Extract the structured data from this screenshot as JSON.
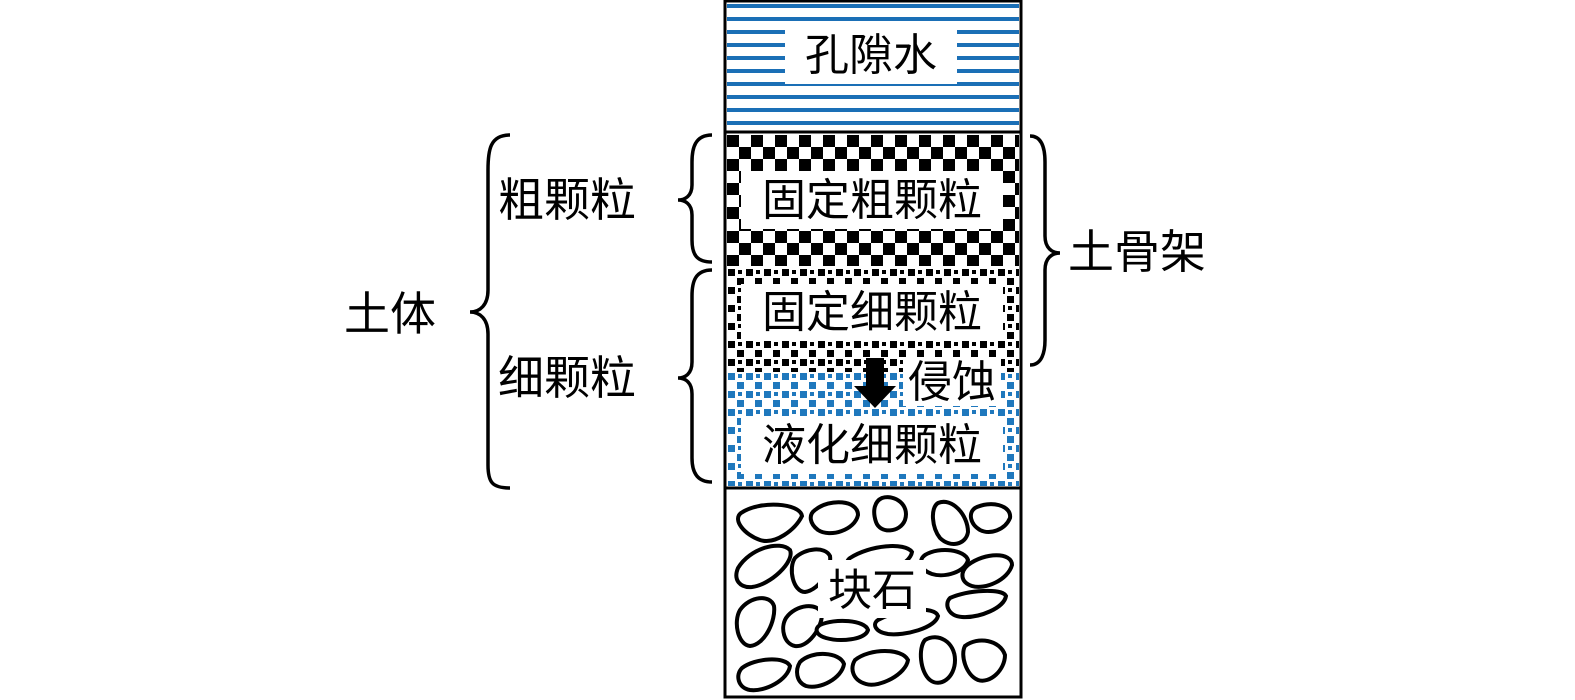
{
  "column": {
    "pore_water": "孔隙水",
    "fixed_coarse": "固定粗颗粒",
    "fixed_fine": "固定细颗粒",
    "erosion": "侵蚀",
    "liquefied_fine": "液化细颗粒",
    "block_stone": "块石"
  },
  "left": {
    "soil_body": "土体",
    "coarse": "粗颗粒",
    "fine": "细颗粒"
  },
  "right": {
    "skeleton": "土骨架"
  },
  "colors": {
    "water_blue": "#1a6fb6",
    "particle_blue": "#1f78bd",
    "black": "#000000"
  }
}
